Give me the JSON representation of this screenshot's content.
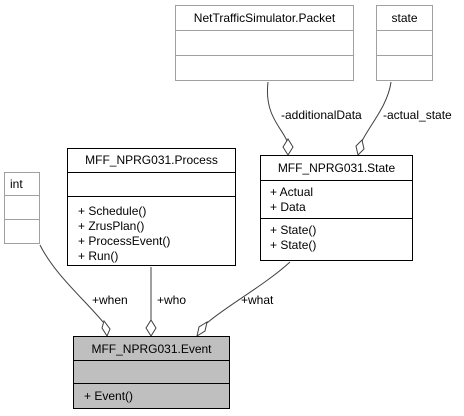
{
  "colors": {
    "highlight_fill": "#bfbfbf",
    "border": "#000000",
    "external_border": "#a0a0a0",
    "edge": "#404040"
  },
  "classes": {
    "event": {
      "name": "MFF_NPRG031.Event",
      "attributes": [],
      "operations": [
        "+ Event()"
      ]
    },
    "process": {
      "name": "MFF_NPRG031.Process",
      "attributes": [],
      "operations": [
        "+ Schedule()",
        "+ ZrusPlan()",
        "+ ProcessEvent()",
        "+ Run()"
      ]
    },
    "state": {
      "name": "MFF_NPRG031.State",
      "attributes": [
        "+ Actual",
        "+ Data"
      ],
      "operations": [
        "+ State()",
        "+ State()"
      ]
    },
    "int": {
      "name": "int"
    },
    "packet": {
      "name": "NetTrafficSimulator.Packet"
    },
    "state_type": {
      "name": "state"
    }
  },
  "relations": {
    "when": "+when",
    "who": "+who",
    "what": "+what",
    "additional_data": "-additionalData",
    "actual_state": "-actual_state"
  }
}
